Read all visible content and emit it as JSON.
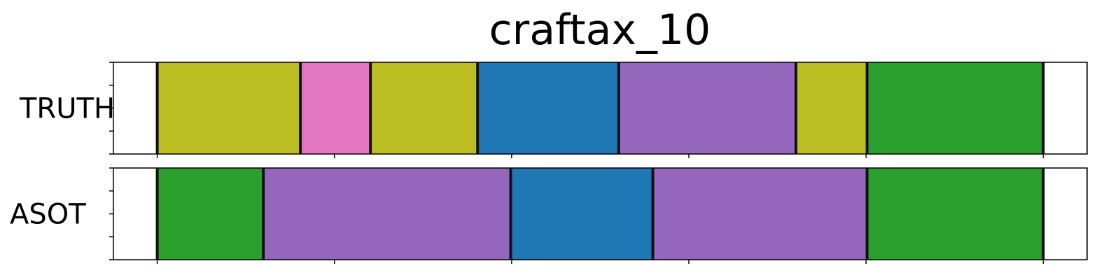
{
  "chart_data": {
    "type": "segmentation-bar",
    "title": "craftax_10",
    "x_range": [
      0,
      100
    ],
    "rows": [
      {
        "label": "TRUTH",
        "segments": [
          {
            "start": 0,
            "end": 4.5,
            "color": "#ffffff"
          },
          {
            "start": 4.5,
            "end": 19.2,
            "color": "#bcbd22"
          },
          {
            "start": 19.2,
            "end": 26.4,
            "color": "#e377c2"
          },
          {
            "start": 26.4,
            "end": 37.4,
            "color": "#bcbd22"
          },
          {
            "start": 37.4,
            "end": 51.9,
            "color": "#1f77b4"
          },
          {
            "start": 51.9,
            "end": 70.1,
            "color": "#9467bd"
          },
          {
            "start": 70.1,
            "end": 77.4,
            "color": "#bcbd22"
          },
          {
            "start": 77.4,
            "end": 95.5,
            "color": "#2ca02c"
          },
          {
            "start": 95.5,
            "end": 100,
            "color": "#ffffff"
          }
        ]
      },
      {
        "label": "ASOT",
        "segments": [
          {
            "start": 0,
            "end": 4.5,
            "color": "#ffffff"
          },
          {
            "start": 4.5,
            "end": 15.4,
            "color": "#2ca02c"
          },
          {
            "start": 15.4,
            "end": 40.8,
            "color": "#9467bd"
          },
          {
            "start": 40.8,
            "end": 55.4,
            "color": "#1f77b4"
          },
          {
            "start": 55.4,
            "end": 77.4,
            "color": "#9467bd"
          },
          {
            "start": 77.4,
            "end": 95.5,
            "color": "#2ca02c"
          },
          {
            "start": 95.5,
            "end": 100,
            "color": "#ffffff"
          }
        ]
      }
    ],
    "x_ticks": [
      4.5,
      22.7,
      40.9,
      59.1,
      77.3,
      95.5
    ],
    "y_ticks_count": 5
  }
}
